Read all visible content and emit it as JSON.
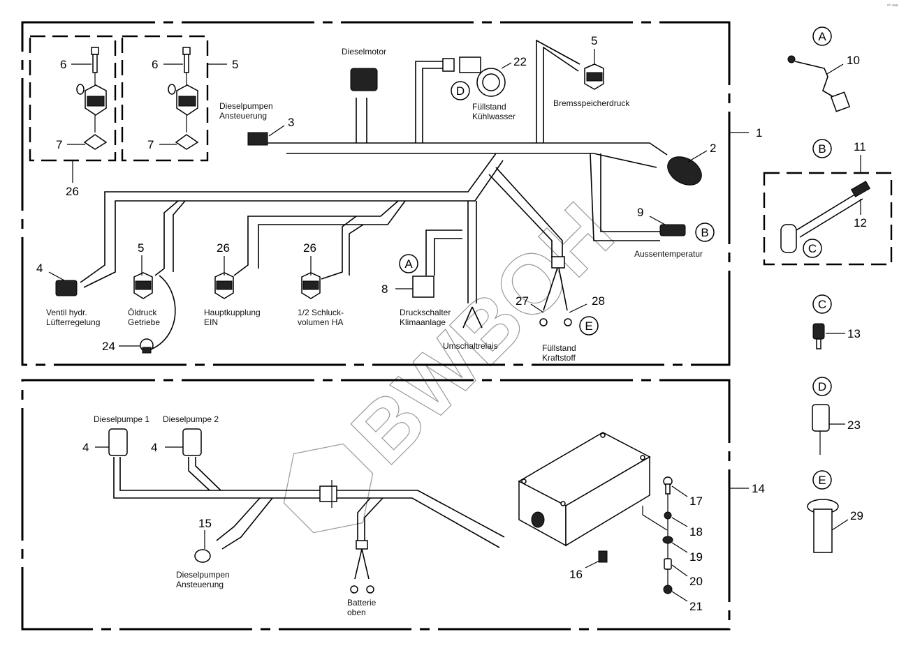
{
  "diagram": {
    "watermark": "BWBOH",
    "corner_code": "s³³ aaa",
    "assemblies": [
      {
        "id": "upper-harness",
        "item": "1"
      },
      {
        "id": "lower-harness",
        "item": "14"
      },
      {
        "id": "valve-kit-left",
        "item": "26"
      },
      {
        "id": "valve-kit-right",
        "item": "5"
      },
      {
        "id": "sensor-kit-b",
        "item": "11"
      }
    ],
    "labels": {
      "dieselmotor": "Dieselmotor",
      "dieselpumpen_top_1": "Dieselpumpen",
      "dieselpumpen_top_2": "Ansteuerung",
      "fuellstand_kuehl_1": "Füllstand",
      "fuellstand_kuehl_2": "Kühlwasser",
      "bremsspeicherdruck": "Bremsspeicherdruck",
      "aussentemperatur": "Aussentemperatur",
      "ventil_1": "Ventil hydr.",
      "ventil_2": "Lüfterregelung",
      "oeldruck_1": "Öldruck",
      "oeldruck_2": "Getriebe",
      "hauptkupplung_1": "Hauptkupplung",
      "hauptkupplung_2": "EIN",
      "schluck_1": "1/2 Schluck-",
      "schluck_2": "volumen HA",
      "druckschalter_1": "Druckschalter",
      "druckschalter_2": "Klimaanlage",
      "umschaltrelais": "Umschaltrelais",
      "fuellstand_kraft_1": "Füllstand",
      "fuellstand_kraft_2": "Kraftstoff",
      "dieselpumpe1": "Dieselpumpe 1",
      "dieselpumpe2": "Dieselpumpe 2",
      "dieselpumpen_bot_1": "Dieselpumpen",
      "dieselpumpen_bot_2": "Ansteuerung",
      "batterie_1": "Batterie",
      "batterie_2": "oben"
    },
    "item_numbers": {
      "n6a": "6",
      "n7a": "7",
      "n26a": "26",
      "n6b": "6",
      "n7b": "7",
      "n5kit": "5",
      "n3": "3",
      "n22": "22",
      "n5top": "5",
      "n1": "1",
      "n2": "2",
      "n9": "9",
      "n4top": "4",
      "n5mid": "5",
      "n24": "24",
      "n26b": "26",
      "n26c": "26",
      "n8": "8",
      "n27": "27",
      "n28": "28",
      "n10": "10",
      "n11": "11",
      "n12": "12",
      "n13": "13",
      "n23": "23",
      "n29": "29",
      "n4p1": "4",
      "n4p2": "4",
      "n15": "15",
      "n16": "16",
      "n17": "17",
      "n18": "18",
      "n19": "19",
      "n20": "20",
      "n21": "21",
      "n14": "14"
    },
    "detail_refs": {
      "A_main": "A",
      "B_main": "B",
      "D_main": "D",
      "E_main": "E",
      "A_side": "A",
      "B_side": "B",
      "C_side_box": "C",
      "C_side": "C",
      "D_side": "D",
      "E_side": "E"
    }
  }
}
